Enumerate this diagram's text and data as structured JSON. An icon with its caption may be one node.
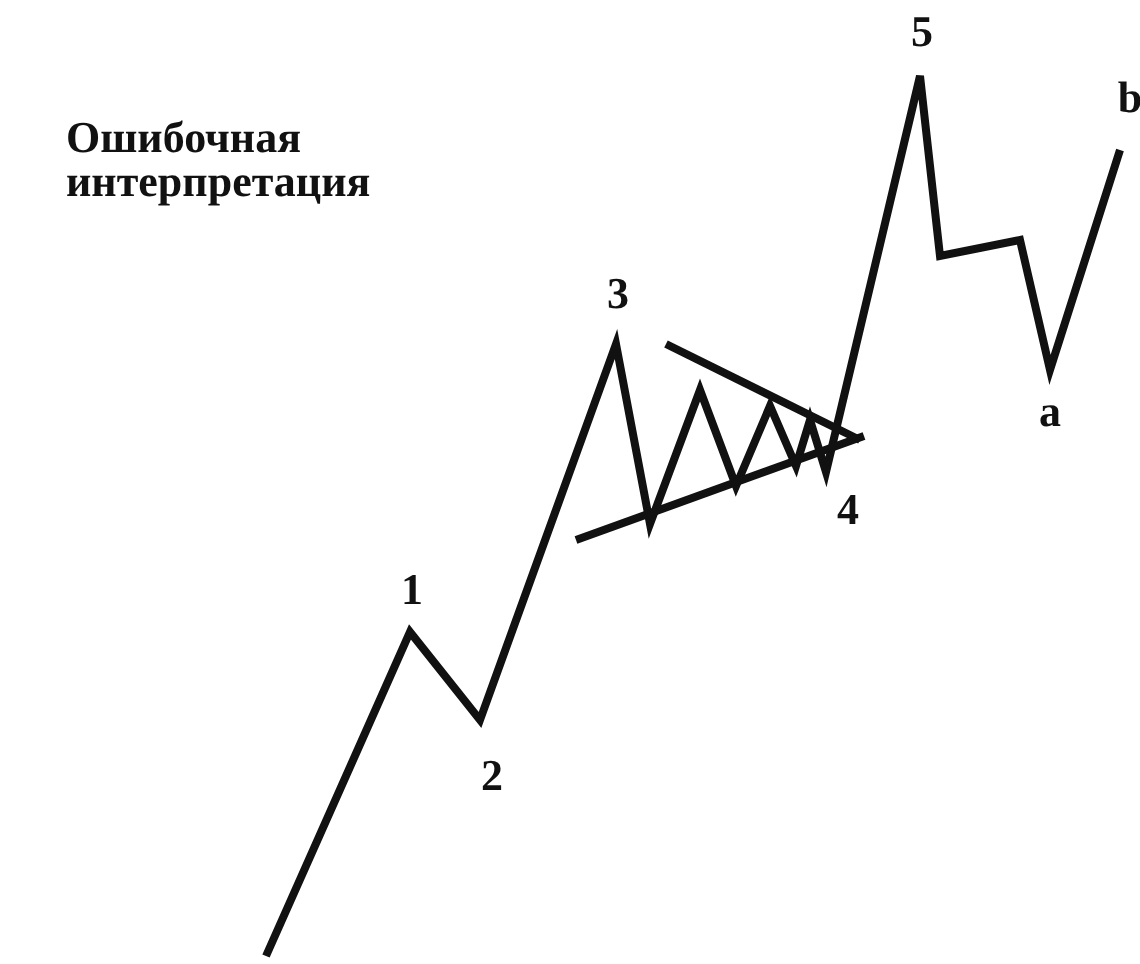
{
  "diagram": {
    "title": "Ошибочная интерпретация",
    "labels": [
      "1",
      "2",
      "3",
      "4",
      "5",
      "a",
      "b"
    ]
  }
}
